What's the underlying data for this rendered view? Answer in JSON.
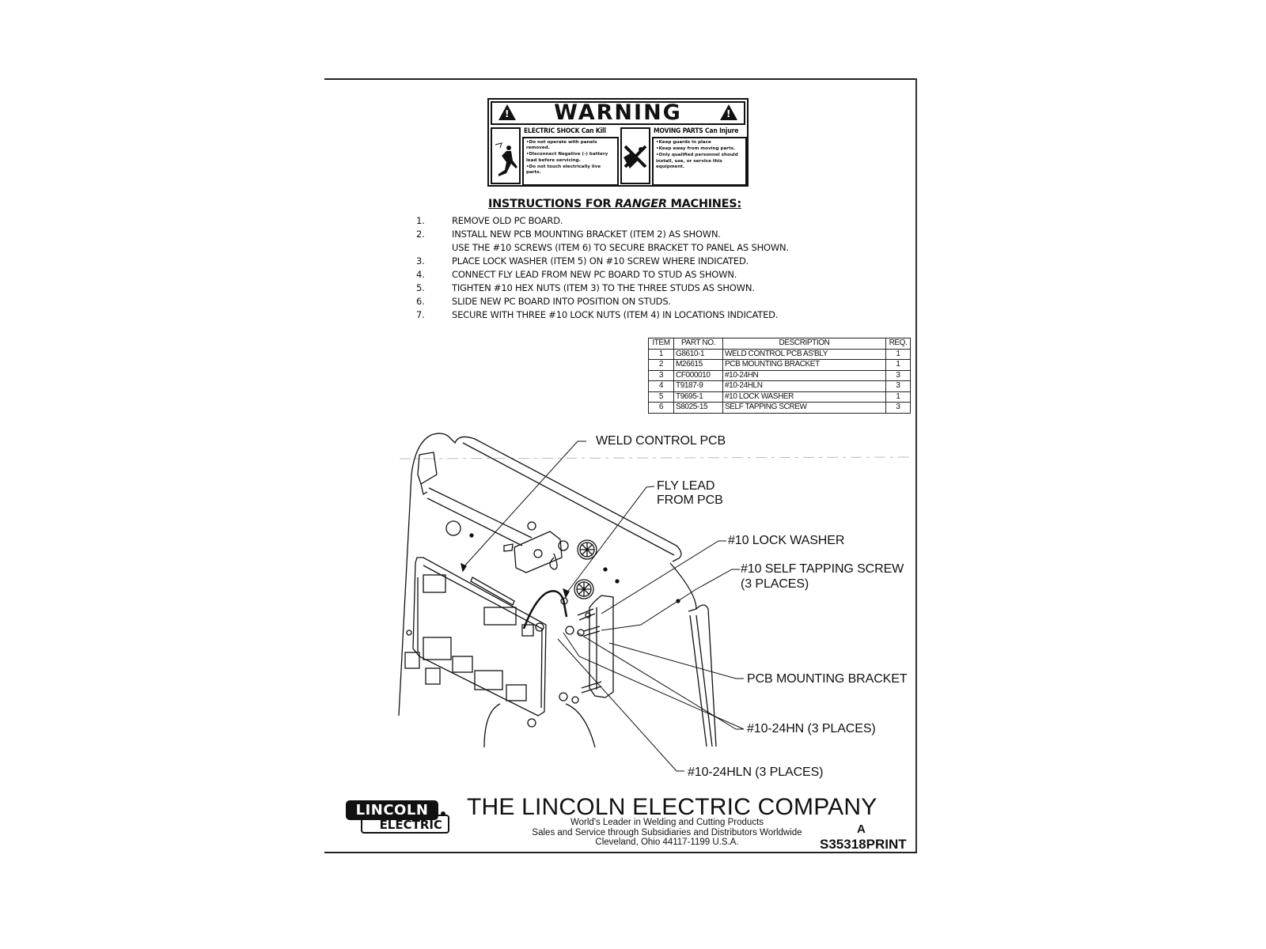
{
  "warning_label": {
    "title": "WARNING",
    "left": {
      "heading": "ELECTRIC SHOCK Can Kill",
      "icon": "electric-shock-icon",
      "bullets": [
        "•Do not operate with panels removed.",
        "•Disconnect Negative (-) battery lead before servicing.",
        "•Do not touch electrically live parts."
      ]
    },
    "right": {
      "heading": "MOVING PARTS Can Injure",
      "icon": "moving-parts-hand-icon",
      "bullets": [
        "•Keep guards in place",
        "•Keep away from moving parts.",
        "•Only qualified personnel should install, use, or service this equipment."
      ]
    }
  },
  "instructions": {
    "title_prefix": "INSTRUCTIONS FOR ",
    "title_machine": "RANGER",
    "title_suffix": " MACHINES:",
    "steps": [
      {
        "num": "1.",
        "text": "REMOVE OLD PC BOARD."
      },
      {
        "num": "2.",
        "text": "INSTALL NEW PCB MOUNTING BRACKET (ITEM 2) AS SHOWN."
      },
      {
        "num": "",
        "text": "USE THE #10 SCREWS (ITEM 6) TO SECURE BRACKET TO PANEL AS SHOWN."
      },
      {
        "num": "3.",
        "text": "PLACE LOCK WASHER (ITEM 5) ON #10 SCREW WHERE INDICATED."
      },
      {
        "num": "4.",
        "text": "CONNECT FLY LEAD FROM NEW PC BOARD TO STUD AS SHOWN."
      },
      {
        "num": "5.",
        "text": "TIGHTEN #10 HEX NUTS (ITEM 3) TO THE THREE STUDS AS SHOWN."
      },
      {
        "num": "6.",
        "text": "SLIDE NEW PC BOARD INTO POSITION ON STUDS."
      },
      {
        "num": "7.",
        "text": "SECURE WITH THREE #10 LOCK NUTS (ITEM 4) IN LOCATIONS INDICATED."
      }
    ]
  },
  "parts_table": {
    "headers": [
      "ITEM",
      "PART NO.",
      "DESCRIPTION",
      "REQ."
    ],
    "rows": [
      [
        "1",
        "G8610-1",
        "WELD CONTROL PCB AS'BLY",
        "1"
      ],
      [
        "2",
        "M26615",
        "PCB MOUNTING BRACKET",
        "1"
      ],
      [
        "3",
        "CF000010",
        "#10-24HN",
        "3"
      ],
      [
        "4",
        "T9187-9",
        "#10-24HLN",
        "3"
      ],
      [
        "5",
        "T9695-1",
        "#10 LOCK WASHER",
        "1"
      ],
      [
        "6",
        "S8025-15",
        "SELF TAPPING SCREW",
        "3"
      ]
    ]
  },
  "diagram": {
    "callouts": {
      "weld_control_pcb": "WELD CONTROL PCB",
      "fly_lead_1": "FLY LEAD",
      "fly_lead_2": "FROM PCB",
      "lock_washer": "#10 LOCK WASHER",
      "self_tapping_1": "#10 SELF TAPPING SCREW",
      "self_tapping_2": "(3 PLACES)",
      "mounting_bracket": "PCB MOUNTING BRACKET",
      "hex_nut": "#10-24HN (3 PLACES)",
      "lock_nut": "#10-24HLN (3 PLACES)"
    }
  },
  "footer": {
    "logo_top": "LINCOLN",
    "logo_bottom": "ELECTRIC",
    "company": "THE LINCOLN ELECTRIC COMPANY",
    "tagline_1": "World's Leader in Welding and Cutting Products",
    "tagline_2": "Sales and Service through Subsidiaries and Distributors Worldwide",
    "tagline_3": "Cleveland, Ohio 44117-1199  U.S.A.",
    "revision": "A",
    "document_number": "S35318PRINT"
  }
}
